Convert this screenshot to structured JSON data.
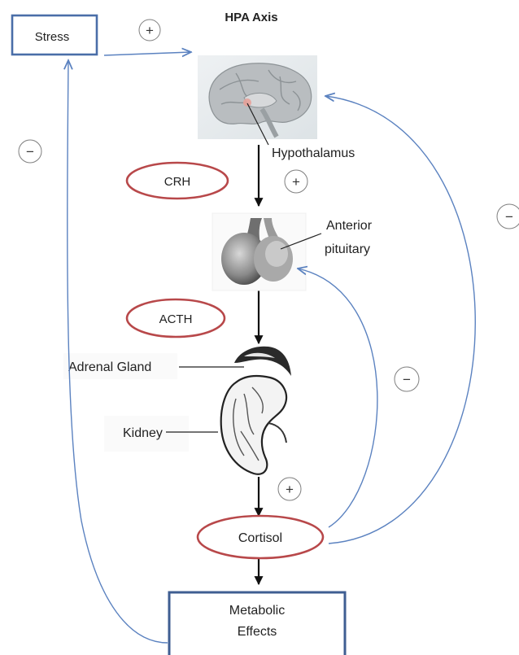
{
  "diagram": {
    "title": "HPA Axis",
    "nodes": {
      "stress": "Stress",
      "hypothalamus": "Hypothalamus",
      "crh": "CRH",
      "anterior_pituitary_line1": "Anterior",
      "anterior_pituitary_line2": "pituitary",
      "acth": "ACTH",
      "adrenal_gland": "Adrenal Gland",
      "kidney": "Kidney",
      "cortisol": "Cortisol",
      "metabolic_effects_line1": "Metabolic",
      "metabolic_effects_line2": "Effects"
    },
    "signs": {
      "plus": "+",
      "minus": "−"
    }
  },
  "colors": {
    "box_border": "#4a6ea8",
    "ellipse_border": "#b8484a",
    "feedback_arrow": "#5b82c0",
    "main_arrow": "#111111",
    "sign_circle": "#7f7f7f",
    "text": "#222222"
  }
}
